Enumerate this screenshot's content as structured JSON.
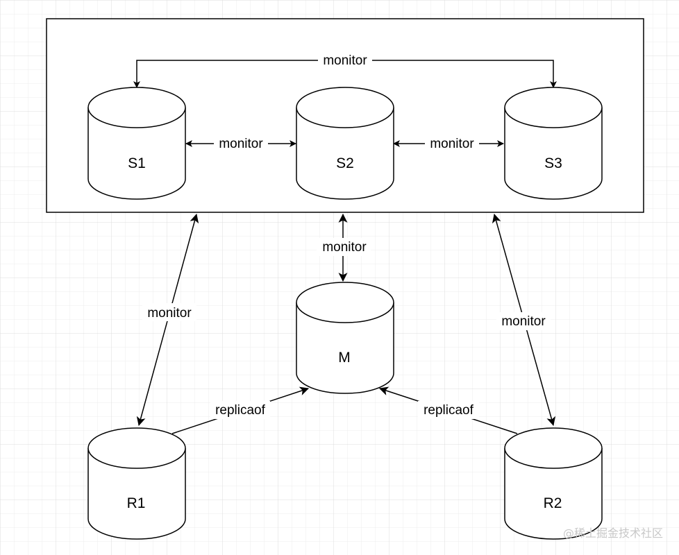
{
  "diagram": {
    "colors": {
      "background": "#ffffff",
      "grid_minor": "#ececec",
      "grid_major": "#dcdcdc",
      "stroke": "#000000",
      "watermark": "#c8c8c8"
    },
    "nodes": {
      "s1": "S1",
      "s2": "S2",
      "s3": "S3",
      "m": "M",
      "r1": "R1",
      "r2": "R2"
    },
    "edges": {
      "s1_s3": "monitor",
      "s1_s2": "monitor",
      "s2_s3": "monitor",
      "group_m": "monitor",
      "group_r1": "monitor",
      "group_r2": "monitor",
      "r1_m": "replicaof",
      "r2_m": "replicaof"
    },
    "watermark": "@稀土掘金技术社区"
  }
}
